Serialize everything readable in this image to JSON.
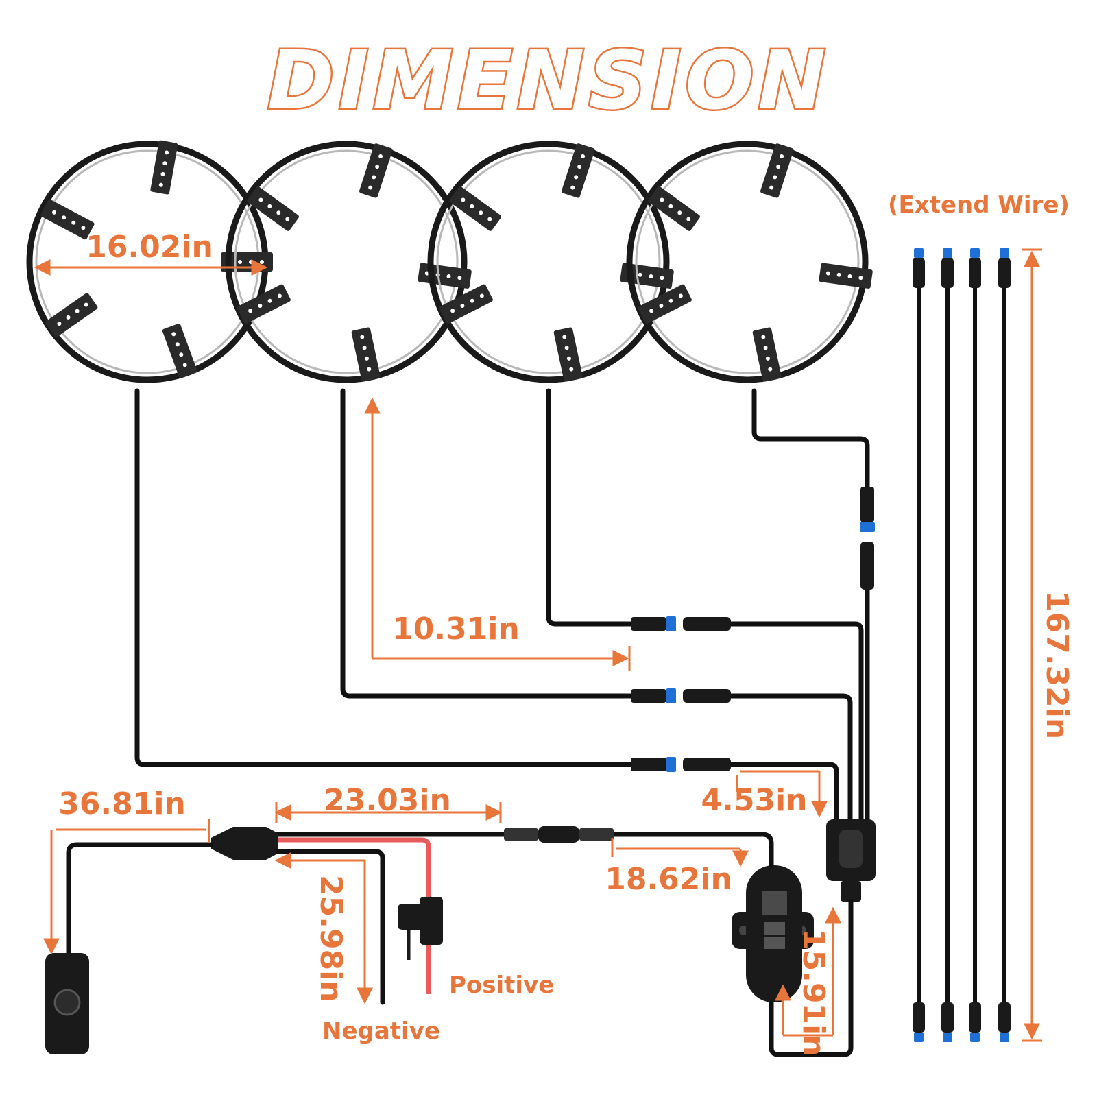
{
  "title": "DIMENSION",
  "labels": {
    "ring_diameter": "16.02in",
    "extend_wire_caption": "(Extend Wire)",
    "extend_wire_length": "167.32in",
    "lead_length": "10.31in",
    "splitter_length": "4.53in",
    "switch_length": "36.81in",
    "harness_length": "23.03in",
    "controller_lead": "18.62in",
    "power_lead": "25.98in",
    "controller_output": "15.91in",
    "positive": "Positive",
    "negative": "Negative"
  },
  "colors": {
    "accent": "#e8753a",
    "wire": "#111111",
    "positive_wire": "#e85b5b",
    "connector_blue": "#1e6fd6"
  },
  "components": {
    "rings": 4,
    "extend_wires": 4
  }
}
